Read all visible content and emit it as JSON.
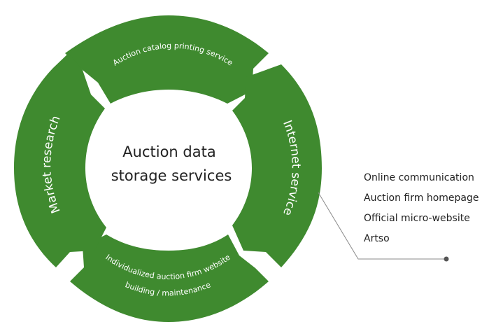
{
  "center": {
    "line1": "Auction data",
    "line2": "storage services"
  },
  "segments": {
    "top": "Auction catalog printing service",
    "right": "Internet service",
    "bottom_line1": "Individualized auction firm website",
    "bottom_line2": "building / maintenance",
    "left": "Market research"
  },
  "internet_service_items": [
    "Online communication",
    "Auction firm homepage",
    "Official micro-website",
    "Artso"
  ],
  "colors": {
    "segment_green": "#3f8a2f",
    "text": "#222222",
    "connector": "#8a8a8a"
  }
}
